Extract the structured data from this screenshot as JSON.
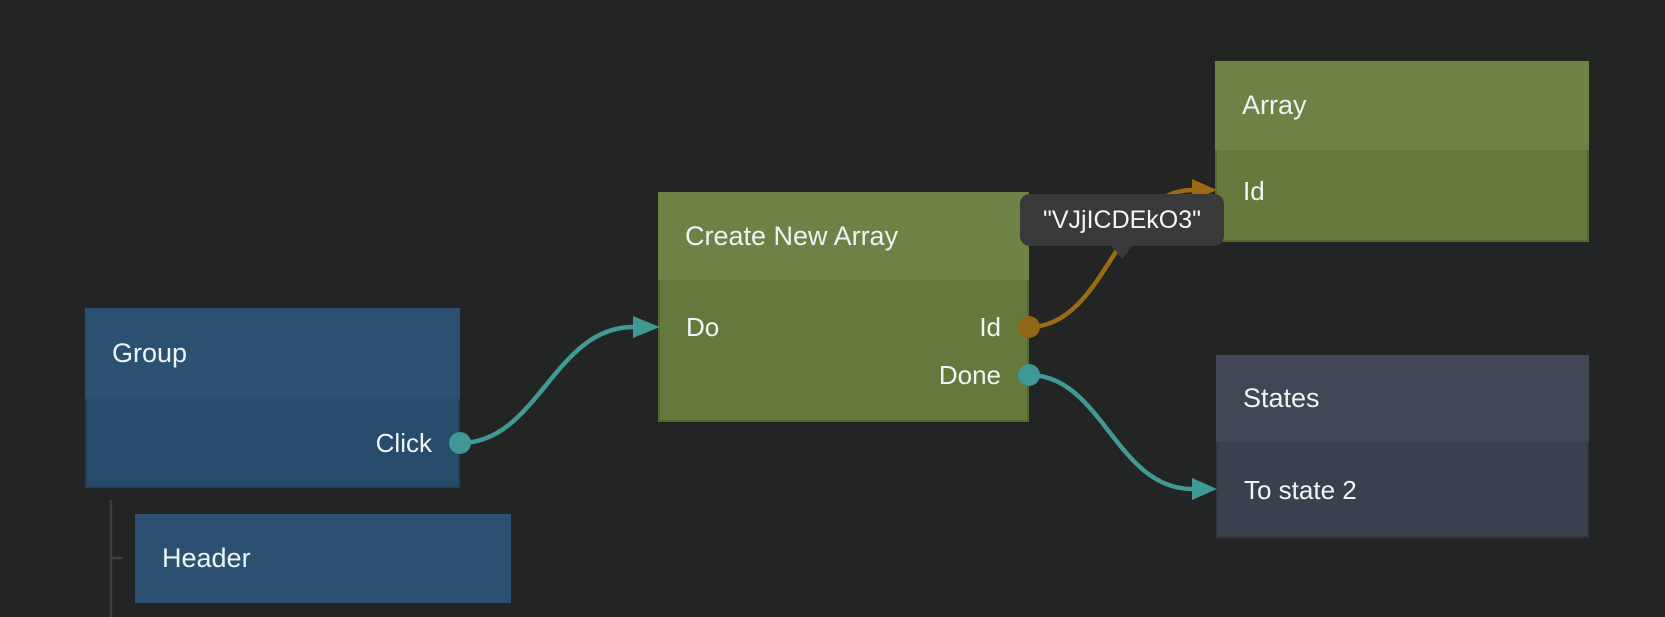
{
  "editor": {
    "background_color": "#232424",
    "text_color": "#eef3f5"
  },
  "colors": {
    "blue_node_header": "#2b5071",
    "blue_node_body": "#274b6a",
    "green_node_header": "#6f8245",
    "green_node_body": "#66793c",
    "slate_node_header": "#414654",
    "slate_node_body": "#3a404d",
    "exec_wire_teal": "#3f9a94",
    "data_wire_orange": "#9c6a12",
    "exec_port_dot": "#3f9894",
    "data_port_dot": "#936517",
    "tooltip_background": "#3a3a3c",
    "tree_line": "#3e3e3e"
  },
  "nodes": {
    "group": {
      "title": "Group",
      "outputs": [
        {
          "label": "Click",
          "port_color": "#3f9894"
        }
      ]
    },
    "create_new_array": {
      "title": "Create New Array",
      "inputs": [
        {
          "label": "Do"
        }
      ],
      "outputs": [
        {
          "label": "Id",
          "port_color": "#936517"
        },
        {
          "label": "Done",
          "port_color": "#3f9894"
        }
      ]
    },
    "array": {
      "title": "Array",
      "inputs": [
        {
          "label": "Id"
        }
      ]
    },
    "states": {
      "title": "States",
      "inputs": [
        {
          "label": "To state 2"
        }
      ]
    },
    "header": {
      "title": "Header"
    }
  },
  "tooltip": {
    "text": "\"VJjICDEkO3\""
  },
  "connections": [
    {
      "from": "Group.Click",
      "to": "Create New Array.Do",
      "color": "#3f9a94"
    },
    {
      "from": "Create New Array.Id",
      "to": "Array.Id",
      "color": "#9c6a12"
    },
    {
      "from": "Create New Array.Done",
      "to": "States.To state 2",
      "color": "#3f9a94"
    }
  ]
}
